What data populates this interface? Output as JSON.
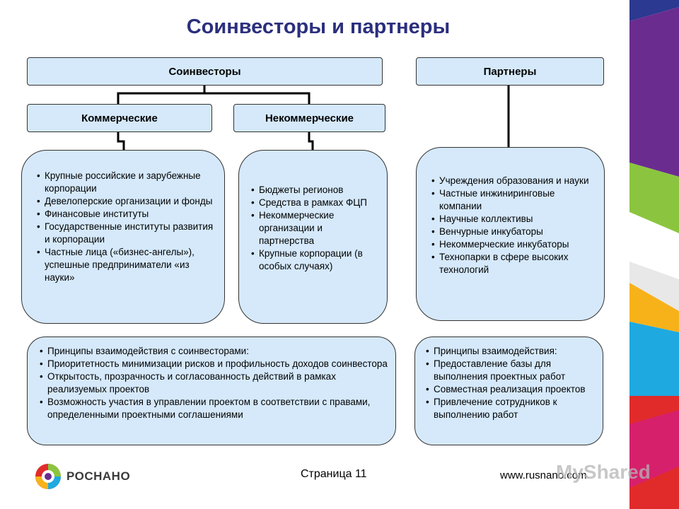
{
  "title": "Соинвесторы и партнеры",
  "headers": {
    "coinvestors": "Соинвесторы",
    "partners": "Партнеры",
    "commercial": "Коммерческие",
    "noncommercial": "Некоммерческие"
  },
  "commercial_items": [
    "Крупные российские и зарубежные корпорации",
    "Девелоперские организации и фонды",
    "Финансовые институты",
    "Государственные институты развития и корпорации",
    "Частные лица («бизнес-ангелы»), успешные предприниматели «из науки»"
  ],
  "noncommercial_items": [
    "Бюджеты регионов",
    "Средства в рамках ФЦП",
    "Некоммерческие организации и партнерства",
    "Крупные корпорации (в особых случаях)"
  ],
  "partners_items": [
    "Учреждения образования и науки",
    "Частные инжиниринговые компании",
    "Научные коллективы",
    "Венчурные инкубаторы",
    "Некоммерческие инкубаторы",
    "Технопарки в сфере высоких технологий"
  ],
  "coinvestor_principles": [
    "Принципы взаимодействия с соинвесторами:",
    "Приоритетность минимизации рисков и профильность доходов соинвестора",
    "Открытость, прозрачность и согласованность действий в рамках реализуемых проектов",
    "Возможность участия в управлении проектом в соответствии с правами, определенными проектными соглашениями"
  ],
  "partner_principles": [
    "Принципы взаимодействия:",
    "Предоставление базы для выполнения проектных работ",
    "Совместная реализация проектов",
    "Привлечение сотрудников к выполнению работ"
  ],
  "footer": {
    "logo_text": "РОСНАНО",
    "page": "Страница 11",
    "site": "www.rusnano.com",
    "watermark": "MyShared"
  },
  "colors": {
    "title": "#2b2f7d",
    "box_fill": "#d5e9fb",
    "border": "#333333"
  }
}
